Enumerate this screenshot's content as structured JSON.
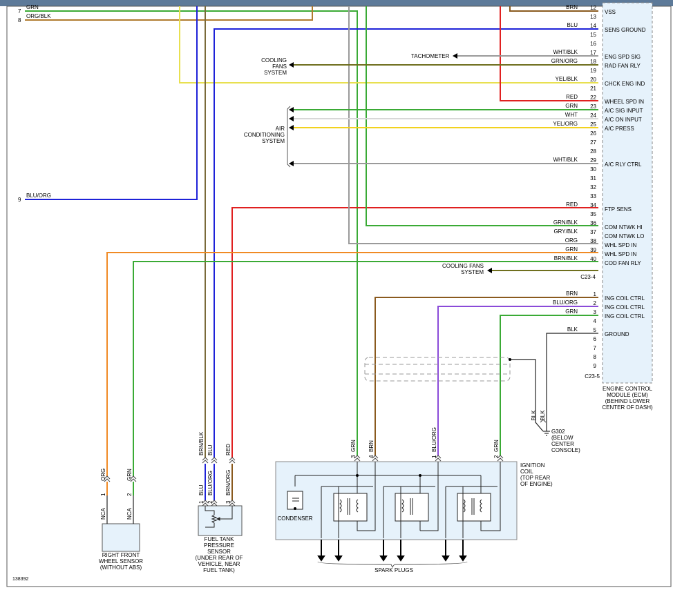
{
  "diagram_id": "138392",
  "ecm": {
    "connector_top": "C23-4",
    "connector_bottom": "C23-5",
    "title_lines": [
      "ENGINE CONTROL",
      "MODULE (ECM)",
      "(BEHIND LOWER",
      "CENTER OF DASH)"
    ],
    "upper_pins": [
      {
        "pin": "12",
        "wire": "BRN",
        "func": "VSS"
      },
      {
        "pin": "13",
        "wire": "",
        "func": ""
      },
      {
        "pin": "14",
        "wire": "BLU",
        "func": "SENS GROUND"
      },
      {
        "pin": "15",
        "wire": "",
        "func": ""
      },
      {
        "pin": "16",
        "wire": "",
        "func": ""
      },
      {
        "pin": "17",
        "wire": "WHT/BLK",
        "func": "ENG SPD SIG"
      },
      {
        "pin": "18",
        "wire": "GRN/ORG",
        "func": "RAD FAN RLY"
      },
      {
        "pin": "19",
        "wire": "",
        "func": ""
      },
      {
        "pin": "20",
        "wire": "YEL/BLK",
        "func": "CHCK ENG IND"
      },
      {
        "pin": "21",
        "wire": "",
        "func": ""
      },
      {
        "pin": "22",
        "wire": "RED",
        "func": "WHEEL SPD IN"
      },
      {
        "pin": "23",
        "wire": "GRN",
        "func": "A/C SIG INPUT"
      },
      {
        "pin": "24",
        "wire": "WHT",
        "func": "A/C ON INPUT"
      },
      {
        "pin": "25",
        "wire": "YEL/ORG",
        "func": "A/C PRESS"
      },
      {
        "pin": "26",
        "wire": "",
        "func": ""
      },
      {
        "pin": "27",
        "wire": "",
        "func": ""
      },
      {
        "pin": "28",
        "wire": "",
        "func": ""
      },
      {
        "pin": "29",
        "wire": "WHT/BLK",
        "func": "A/C RLY CTRL"
      },
      {
        "pin": "30",
        "wire": "",
        "func": ""
      },
      {
        "pin": "31",
        "wire": "",
        "func": ""
      },
      {
        "pin": "32",
        "wire": "",
        "func": ""
      },
      {
        "pin": "33",
        "wire": "",
        "func": ""
      },
      {
        "pin": "34",
        "wire": "RED",
        "func": "FTP SENS"
      },
      {
        "pin": "35",
        "wire": "",
        "func": ""
      },
      {
        "pin": "36",
        "wire": "GRN/BLK",
        "func": "COM NTWK HI"
      },
      {
        "pin": "37",
        "wire": "GRY/BLK",
        "func": "COM NTWK LO"
      },
      {
        "pin": "38",
        "wire": "ORG",
        "func": "WHL SPD IN"
      },
      {
        "pin": "39",
        "wire": "GRN",
        "func": "WHL SPD IN"
      },
      {
        "pin": "40",
        "wire": "BRN/BLK",
        "func": "COD FAN RLY"
      }
    ],
    "lower_pins": [
      {
        "pin": "1",
        "wire": "BRN",
        "func": "ING COIL CTRL"
      },
      {
        "pin": "2",
        "wire": "BLU/ORG",
        "func": "ING COIL CTRL"
      },
      {
        "pin": "3",
        "wire": "GRN",
        "func": "ING COIL CTRL"
      },
      {
        "pin": "4",
        "wire": "",
        "func": ""
      },
      {
        "pin": "5",
        "wire": "BLK",
        "func": "GROUND"
      },
      {
        "pin": "6",
        "wire": "",
        "func": ""
      },
      {
        "pin": "7",
        "wire": "",
        "func": ""
      },
      {
        "pin": "8",
        "wire": "",
        "func": ""
      },
      {
        "pin": "9",
        "wire": "",
        "func": ""
      }
    ]
  },
  "left_pins": [
    {
      "pin": "7",
      "wire": "GRN"
    },
    {
      "pin": "8",
      "wire": "ORG/BLK"
    },
    {
      "pin": "9",
      "wire": "BLU/ORG"
    }
  ],
  "destinations": {
    "tachometer": "TACHOMETER",
    "cooling_fans_1": [
      "COOLING",
      "FANS",
      "SYSTEM"
    ],
    "air_conditioning": [
      "AIR",
      "CONDITIONING",
      "SYSTEM"
    ],
    "cooling_fans_2": [
      "COOLING FANS",
      "SYSTEM"
    ]
  },
  "ground": {
    "wire_a": "BLK",
    "wire_b": "BLK",
    "label_lines": [
      "G302",
      "(BELOW",
      "CENTER",
      "CONSOLE)"
    ]
  },
  "wheel_sensor": {
    "pins": [
      {
        "pin": "1",
        "wire": "ORG",
        "nca": "NCA"
      },
      {
        "pin": "2",
        "wire": "GRN",
        "nca": "NCA"
      }
    ],
    "label_lines": [
      "RIGHT FRONT",
      "WHEEL SENSOR",
      "(WITHOUT ABS)"
    ]
  },
  "ftp_sensor": {
    "upper_wires": [
      "BRN/BLK",
      "BLU",
      "RED"
    ],
    "pins": [
      {
        "pin": "1",
        "wire": "BLU"
      },
      {
        "pin": "2",
        "wire": "BLU/ORG"
      },
      {
        "pin": "3",
        "wire": "BRN/ORG"
      }
    ],
    "label_lines": [
      "FUEL TANK",
      "PRESSURE",
      "SENSOR",
      "(UNDER REAR OF",
      "VEHICLE, NEAR",
      "FUEL TANK)"
    ]
  },
  "ignition_coil": {
    "pins": [
      {
        "pin": "3",
        "wire": "GRN"
      },
      {
        "pin": "4",
        "wire": "BRN"
      },
      {
        "pin": "1",
        "wire": "BLU/ORG"
      },
      {
        "pin": "2",
        "wire": "GRN"
      }
    ],
    "condenser": "CONDENSER",
    "label_lines": [
      "IGNITION",
      "COIL",
      "(TOP REAR",
      "OF ENGINE)"
    ],
    "spark_plugs": "SPARK PLUGS"
  },
  "colors": {
    "grn": "#3aaa35",
    "blu": "#1e22d8",
    "red": "#e02020",
    "brn": "#8a5a1e",
    "org": "#f08a24",
    "yel": "#e8e050",
    "gry": "#9a9a9a",
    "olive": "#6f6f1e",
    "purple": "#8a4ad8",
    "panel": "#e6f2fb"
  }
}
